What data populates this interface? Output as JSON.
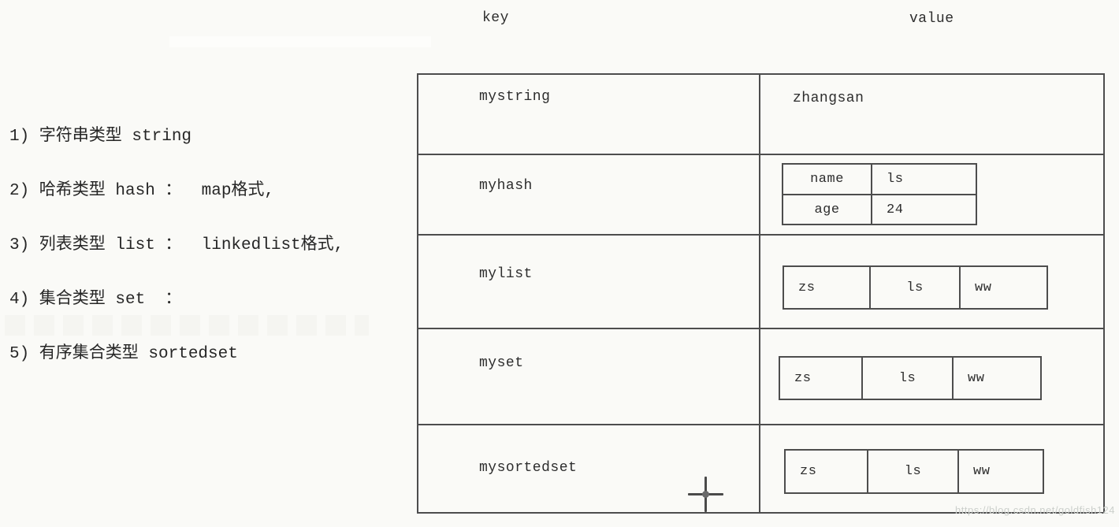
{
  "page": {
    "background_color": "#fafaf7",
    "line_color": "#4d4d4d",
    "text_color": "#2d2d2d",
    "watermark_color": "#ccd0cc"
  },
  "header": {
    "key_label": "key",
    "value_label": "value"
  },
  "notes": {
    "items": [
      "1) 字符串类型 string",
      "2) 哈希类型 hash ：  map格式,",
      "3) 列表类型 list ：  linkedlist格式,",
      "4) 集合类型 set  ：",
      "5) 有序集合类型 sortedset"
    ]
  },
  "table": {
    "rows": [
      {
        "key": "mystring",
        "value_type": "string",
        "value": "zhangsan"
      },
      {
        "key": "myhash",
        "value_type": "hash",
        "entries": [
          {
            "field": "name",
            "value": "ls"
          },
          {
            "field": "age",
            "value": "24"
          }
        ]
      },
      {
        "key": "mylist",
        "value_type": "list",
        "items": [
          "zs",
          "ls",
          "ww"
        ]
      },
      {
        "key": "myset",
        "value_type": "set",
        "items": [
          "zs",
          "ls",
          "ww"
        ]
      },
      {
        "key": "mysortedset",
        "value_type": "sortedset",
        "items": [
          "zs",
          "ls",
          "ww"
        ]
      }
    ]
  },
  "cursor": {
    "type": "crosshair"
  },
  "watermark": {
    "text": "https://blog.csdn.net/goldfish124"
  }
}
